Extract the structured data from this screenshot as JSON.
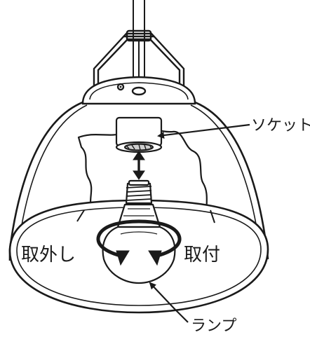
{
  "labels": {
    "socket": "ソケット",
    "remove": "取外し",
    "attach": "取付",
    "lamp": "ランプ"
  },
  "colors": {
    "line": "#1a1a1a",
    "background": "#ffffff"
  }
}
